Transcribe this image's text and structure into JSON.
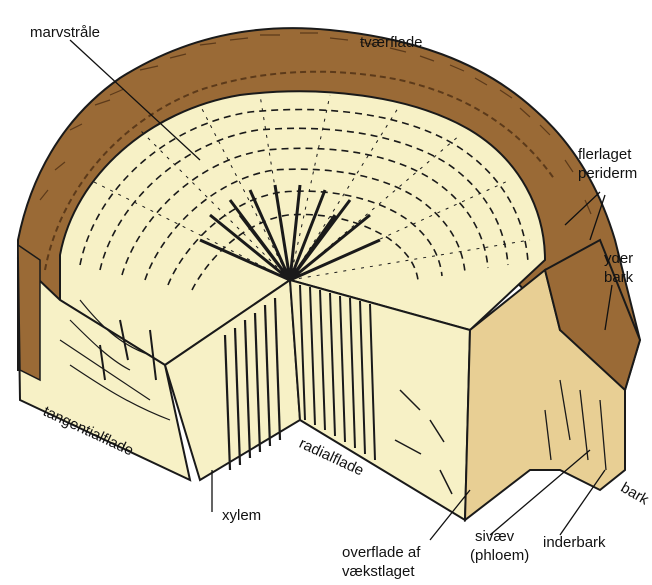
{
  "labels": {
    "marvstraale": "marvstråle",
    "tvaerflade": "tværflade",
    "flerlaget": "flerlaget",
    "periderm": "periderm",
    "yderbark_1": "yder",
    "yderbark_2": "bark",
    "tangentialflade": "tangentialflade",
    "radialflade": "radialflade",
    "xylem": "xylem",
    "overflade_1": "overflade af",
    "overflade_2": "vækstlaget",
    "sivaev_1": "sivæv",
    "sivaev_2": "(phloem)",
    "inderbark": "inderbark",
    "bark": "bark"
  },
  "colors": {
    "wood": "#f7f1c6",
    "bark": "#9a6a36",
    "bark_dark": "#5c3a1a",
    "inner_bark": "#e8cf94",
    "ink": "#1a1a1a"
  }
}
